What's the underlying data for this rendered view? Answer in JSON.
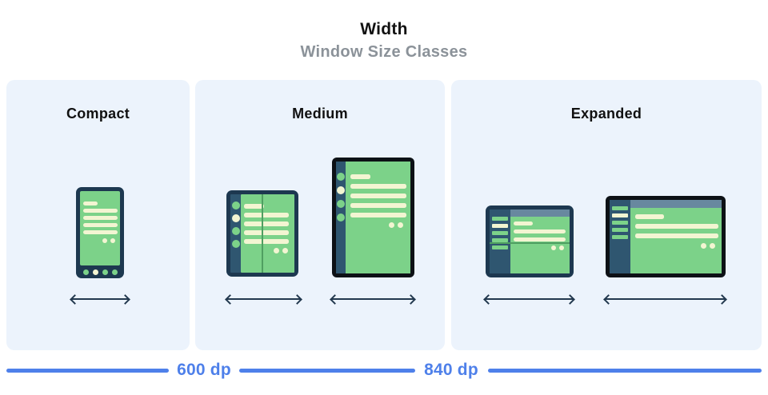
{
  "header": {
    "title": "Width",
    "subtitle": "Window Size Classes"
  },
  "panels": [
    {
      "id": "compact",
      "label": "Compact",
      "devices": [
        "phone"
      ]
    },
    {
      "id": "medium",
      "label": "Medium",
      "devices": [
        "foldable-open-portrait",
        "tablet-portrait"
      ]
    },
    {
      "id": "expanded",
      "label": "Expanded",
      "devices": [
        "foldable-open-landscape",
        "tablet-landscape"
      ]
    }
  ],
  "ruler": {
    "breakpoints": [
      "600 dp",
      "840 dp"
    ]
  },
  "colors": {
    "background": "#ffffff",
    "panel_bg": "#ecf3fc",
    "frame_navy": "#1d3850",
    "frame_black": "#0d1116",
    "sidebar_navy": "#2f5670",
    "screen_green": "#7cd289",
    "fold_green": "#4f9f61",
    "content_cream": "#f3f5d2",
    "topbar_slate": "#68889f",
    "arrow_navy": "#22384e",
    "ruler_blue": "#4e80ea",
    "subtitle_gray": "#8b9299",
    "title_black": "#111111"
  }
}
